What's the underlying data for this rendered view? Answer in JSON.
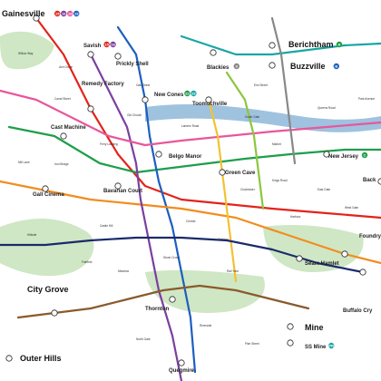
{
  "map": {
    "major_stations": [
      {
        "id": "gainesville",
        "name": "Gainesville",
        "routes": [
          "15",
          "16",
          "18",
          "19"
        ]
      },
      {
        "id": "berichtham",
        "name": "Berichtham",
        "routes": [
          "A"
        ]
      },
      {
        "id": "buzzville",
        "name": "Buzzville",
        "routes": [
          "B"
        ]
      },
      {
        "id": "blackies",
        "name": "Blackies",
        "routes": [
          "9"
        ]
      },
      {
        "id": "savish",
        "name": "Savish",
        "routes": [
          "15",
          "16"
        ]
      },
      {
        "id": "prickly-shell",
        "name": "Prickly Shell",
        "routes": []
      },
      {
        "id": "remedy-factory",
        "name": "Remedy Factory",
        "routes": []
      },
      {
        "id": "new-cones",
        "name": "New Cones",
        "routes": [
          "22",
          "23"
        ]
      },
      {
        "id": "toomuchville",
        "name": "Toomuchville",
        "routes": []
      },
      {
        "id": "cast-machine",
        "name": "Cast Machine",
        "routes": []
      },
      {
        "id": "belgo-manor",
        "name": "Belgo Manor",
        "routes": []
      },
      {
        "id": "green-cave",
        "name": "Green Cave",
        "routes": []
      },
      {
        "id": "new-jersey",
        "name": "New Jersey",
        "routes": [
          "C"
        ]
      },
      {
        "id": "gall-cinema",
        "name": "Gall Cinema",
        "routes": []
      },
      {
        "id": "bavarian-court",
        "name": "Bavarian Court",
        "routes": []
      },
      {
        "id": "seam-hamlet",
        "name": "Seam Hamlet",
        "routes": []
      },
      {
        "id": "foundry",
        "name": "Foundry",
        "routes": []
      },
      {
        "id": "buffalo-cry",
        "name": "Buffalo Cry",
        "routes": []
      },
      {
        "id": "city-grove",
        "name": "City Grove",
        "routes": []
      },
      {
        "id": "thornton",
        "name": "Thornton",
        "routes": []
      },
      {
        "id": "mine",
        "name": "Mine",
        "routes": []
      },
      {
        "id": "ss-mine",
        "name": "SS Mine",
        "routes": [
          "PR"
        ]
      },
      {
        "id": "outer-hills",
        "name": "Outer Hills",
        "routes": []
      },
      {
        "id": "quegmire",
        "name": "Quegmire",
        "routes": []
      },
      {
        "id": "back",
        "name": "Back",
        "routes": []
      }
    ],
    "minor_labels": [
      "Old Church",
      "Iron Bridge",
      "Castle Hill",
      "Central",
      "Clocktower",
      "Market",
      "Harbour",
      "Rail Yard",
      "Fairfield",
      "Hillside",
      "Meadow",
      "Riverside",
      "Pike Street",
      "North Gate",
      "East Gate",
      "West Gate",
      "South Gate",
      "Lantern Road",
      "Ferry Landing",
      "Canal Street",
      "Mill Lane",
      "Orchard",
      "Stone Cross",
      "Kings Road",
      "Queens Road",
      "Park Avenue",
      "Elm Street",
      "Oak Street",
      "Ash Grove",
      "Willow Way"
    ],
    "colors": {
      "red": "#e2231a",
      "green": "#1e9e4a",
      "blue": "#1d5fbf",
      "orange": "#f28c1e",
      "purple": "#7b3fa0",
      "pink": "#e8569b",
      "teal": "#1aa5a5",
      "brown": "#8a5a2b",
      "yellow": "#f2c230",
      "navy": "#1b2a6b",
      "lime": "#8cc63f",
      "grey": "#888888",
      "water": "#9fc2df",
      "park": "#cfe7c4"
    }
  }
}
